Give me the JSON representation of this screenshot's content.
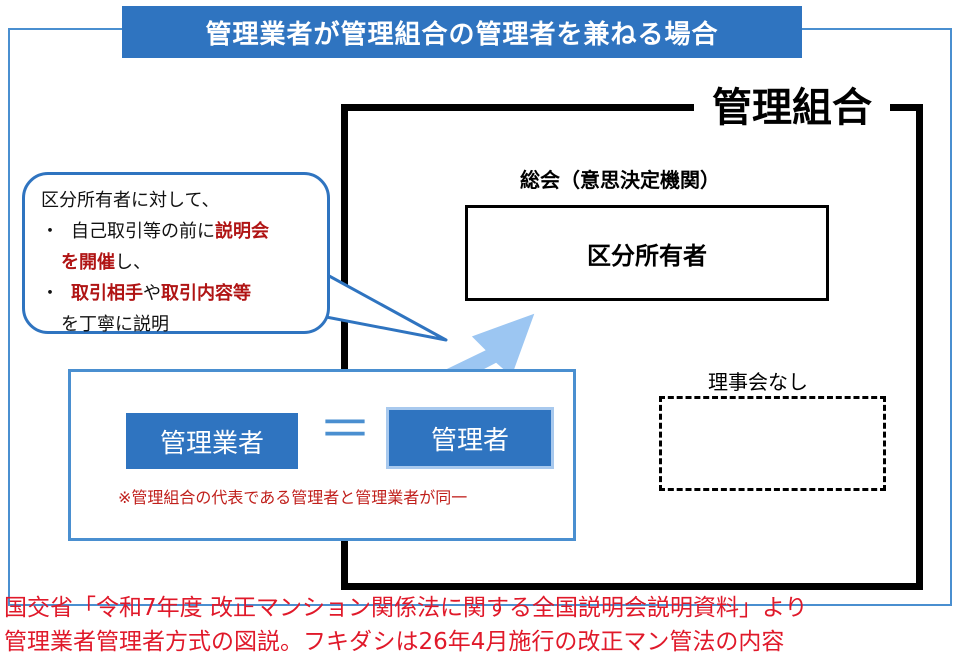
{
  "title": "管理業者が管理組合の管理者を兼ねる場合",
  "union_label": "管理組合",
  "assembly_label": "総会（意思決定機関）",
  "owners_label": "区分所有者",
  "board_none_label": "理事会なし",
  "bubble": {
    "line1": "区分所有者に対して、",
    "bullet": "・",
    "l2_a": "自己取引等の前に",
    "l2_b": "説明会",
    "l3_a": "を開催",
    "l3_b": "し、",
    "l4_a": "取引相手",
    "l4_b": "や",
    "l4_c": "取引内容等",
    "l5": "を丁寧に説明"
  },
  "mgmt_company_label": "管理業者",
  "equals": "＝",
  "manager_label": "管理者",
  "same_note": "※管理組合の代表である管理者と管理業者が同一",
  "caption": {
    "line1": "国交省「令和7年度 改正マンション関係法に関する全国説明会説明資料」より",
    "line2": "管理業者管理者方式の図説。フキダシは26年4月施行の改正マン管法の内容"
  },
  "colors": {
    "accent_blue": "#2f74c0",
    "frame_blue": "#4a8fd0",
    "arrow_blue": "#9cc6f2",
    "emphasis_red": "#b01414",
    "caption_red": "#e0192a"
  }
}
